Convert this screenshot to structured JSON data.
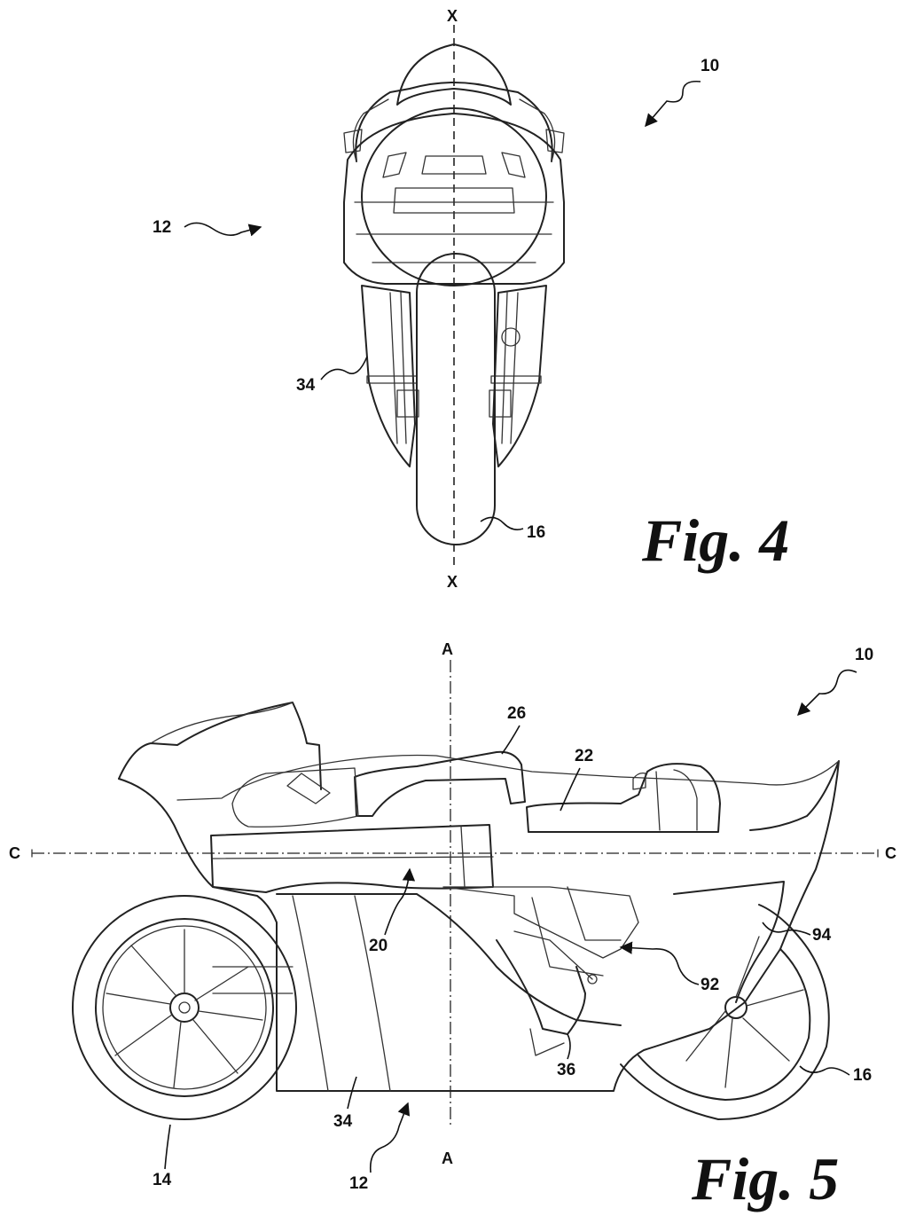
{
  "figures": [
    {
      "title": "Fig. 4",
      "axis_end_labels": [
        "X",
        "X"
      ],
      "reference_numerals": [
        "10",
        "12",
        "34",
        "16"
      ]
    },
    {
      "title": "Fig. 5",
      "axis_end_labels": [
        "A",
        "A",
        "C",
        "C"
      ],
      "reference_numerals": [
        "10",
        "26",
        "22",
        "20",
        "94",
        "92",
        "36",
        "16",
        "34",
        "14",
        "12"
      ]
    }
  ]
}
